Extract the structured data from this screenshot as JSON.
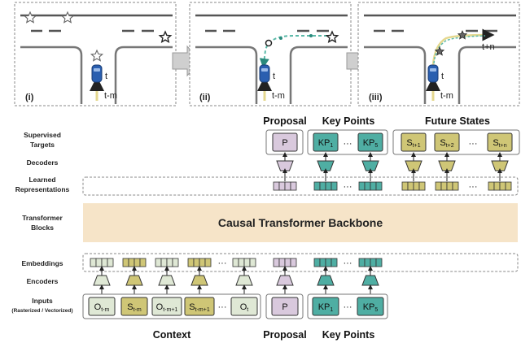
{
  "panels": [
    {
      "label": "(i)",
      "t": "t",
      "tm": "t-m"
    },
    {
      "label": "(ii)",
      "t": "t",
      "tm": "t-m"
    },
    {
      "label": "(iii)",
      "t": "t",
      "tm": "t-m",
      "tn": "t+n"
    }
  ],
  "row_labels": {
    "supervised_targets": "Supervised Targets",
    "decoders": "Decoders",
    "learned_representations": "Learned Representations",
    "transformer_blocks": "Transformer Blocks",
    "embeddings": "Embeddings",
    "encoders": "Encoders",
    "inputs": "Inputs",
    "inputs_sub": "(Rasterized / Vectorized)"
  },
  "headers": {
    "proposal": "Proposal",
    "key_points": "Key Points",
    "future_states": "Future States"
  },
  "footers": {
    "context": "Context",
    "proposal": "Proposal",
    "key_points": "Key Points"
  },
  "backbone_label": "Causal Transformer Backbone",
  "ellipsis": "···",
  "targets": [
    {
      "main": "P",
      "sub": ""
    },
    {
      "main": "KP",
      "sub": "1"
    },
    {
      "main": "KP",
      "sub": "5"
    },
    {
      "main": "S",
      "sub": "t+1"
    },
    {
      "main": "S",
      "sub": "t+2"
    },
    {
      "main": "S",
      "sub": "t+n"
    }
  ],
  "inputs": [
    {
      "main": "O",
      "sub": "t-m"
    },
    {
      "main": "S",
      "sub": "t-m"
    },
    {
      "main": "O",
      "sub": "t-m+1"
    },
    {
      "main": "S",
      "sub": "t-m+1"
    },
    {
      "main": "O",
      "sub": "t"
    },
    {
      "main": "P",
      "sub": ""
    },
    {
      "main": "KP",
      "sub": "1"
    },
    {
      "main": "KP",
      "sub": "5"
    }
  ],
  "colors": {
    "obs": "#dfe8d5",
    "state": "#cfc676",
    "proposal": "#d9c9dd",
    "keypoint": "#4faea3",
    "backbone": "#f6e4c8",
    "arrow_yellow": "#e5d88f",
    "arrow_teal": "#5bb9a8",
    "car": "#2a5fb0"
  }
}
